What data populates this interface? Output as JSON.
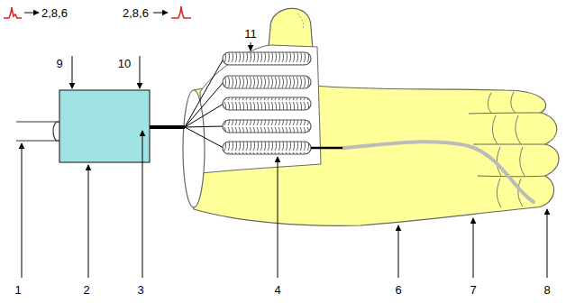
{
  "diagram": {
    "labels": [
      "2,8,6",
      "2,8,6",
      "11",
      "9",
      "10",
      "1",
      "2",
      "3",
      "4",
      "6",
      "7",
      "8"
    ]
  }
}
